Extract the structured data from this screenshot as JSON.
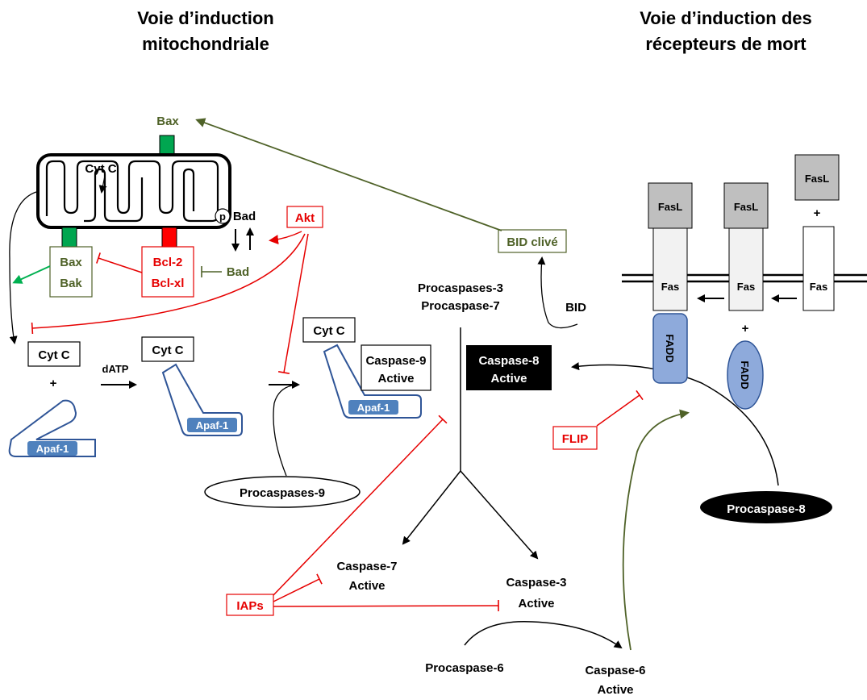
{
  "titles": {
    "left": [
      "Voie d’induction",
      "mitochondriale"
    ],
    "right": [
      "Voie d’induction des",
      "récepteurs de mort"
    ]
  },
  "mito": {
    "bax_top": "Bax",
    "cytc_inside": "Cyt C",
    "bax": "Bax",
    "bak": "Bak",
    "bcl2": "Bcl-2",
    "bclxl": "Bcl-xl",
    "bad": "Bad",
    "pbad_p": "p",
    "pbad": "Bad",
    "akt": "Akt"
  },
  "apoptosome": {
    "cytc1": "Cyt C",
    "plus": "+",
    "apaf1_a": "Apaf-1",
    "datp": "dATP",
    "cytc2": "Cyt C",
    "apaf1_b": "Apaf-1",
    "cytc3": "Cyt C",
    "casp9": [
      "Caspase-9",
      "Active"
    ],
    "apaf1_c": "Apaf-1",
    "procasp9": "Procaspases-9"
  },
  "executioners": {
    "procasp37": [
      "Procaspases-3",
      "Procaspase-7"
    ],
    "casp7": [
      "Caspase-7",
      "Active"
    ],
    "casp3": [
      "Caspase-3",
      "Active"
    ],
    "iaps": "IAPs",
    "procasp6": "Procaspase-6",
    "casp6": [
      "Caspase-6",
      "Active"
    ]
  },
  "death_receptor": {
    "bid_cleaved": "BID clivé",
    "bid": "BID",
    "casp8": [
      "Caspase-8",
      "Active"
    ],
    "flip": "FLIP",
    "procasp8": "Procaspase-8",
    "fasl": "FasL",
    "fas": "Fas",
    "fadd": "FADD",
    "plus": "+"
  },
  "colors": {
    "green": "#4f6228",
    "red": "#e60000",
    "blue_fill": "#4f81bd",
    "blue_stroke": "#2f5597",
    "grey": "#bfbfbf",
    "fadd_fill": "#8eaadb",
    "bright_green": "#00b050"
  }
}
